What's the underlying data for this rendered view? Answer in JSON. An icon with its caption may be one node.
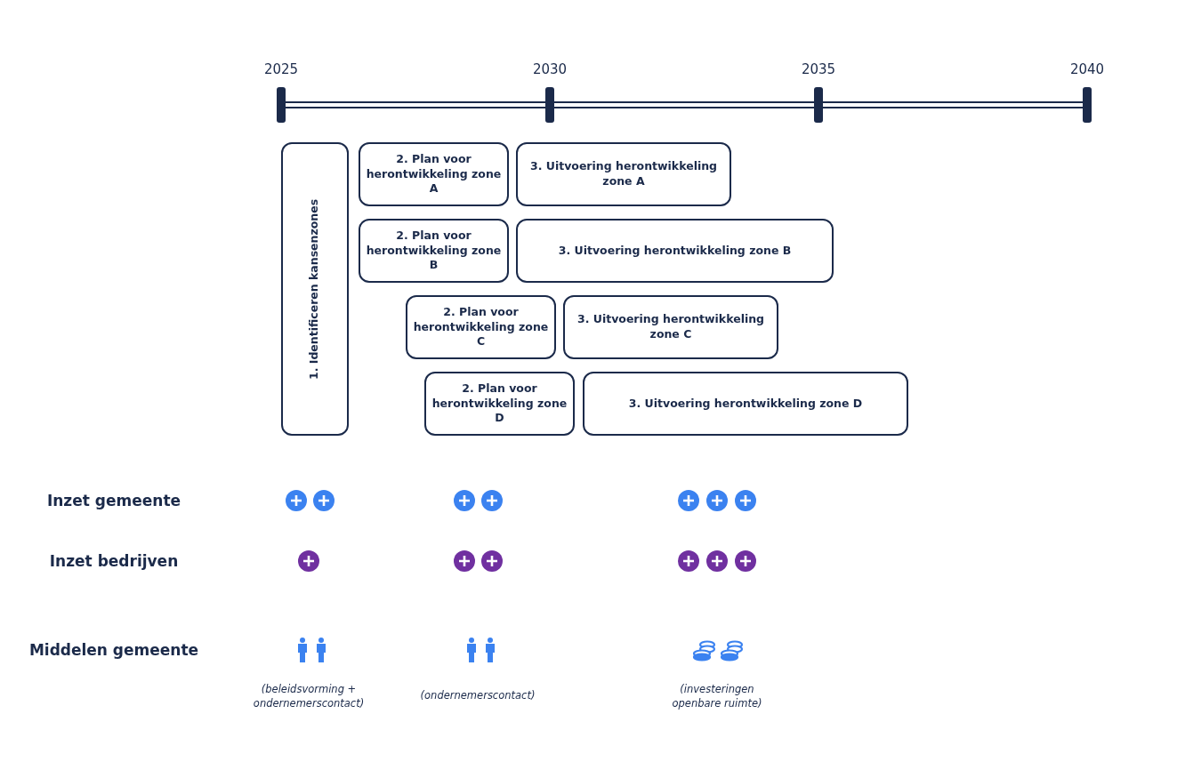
{
  "diagram": {
    "nodes": [
      {
        "text": [
          "1. Identificeren kansenzones"
        ]
      },
      {
        "text": [
          "2. Plan voor herontwikkeling zone A"
        ]
      },
      {
        "text": [
          "3. Uitvoering herontwikkeling zone A"
        ]
      },
      {
        "text": [
          "2. Plan voor herontwikkeling zone B"
        ]
      },
      {
        "text": [
          "3. Uitvoering herontwikkeling zone B"
        ]
      },
      {
        "text": [
          "2. Plan voor herontwikkeling zone C"
        ]
      },
      {
        "text": [
          "3. Uitvoering herontwikkeling zone C"
        ]
      },
      {
        "text": [
          "2. Plan voor herontwikkeling zone D"
        ]
      },
      {
        "text": [
          "3. Uitvoering herontwikkeling zone D"
        ]
      }
    ],
    "labels": [
      "2025",
      "2030",
      "2035",
      "2040",
      "Inzet gemeente",
      "Inzet bedrijven",
      "Middelen gemeente",
      "(beleidsvorming + ondernemerscontact)",
      "(ondernemerscontact)",
      "(investeringen openbare ruimte)"
    ]
  }
}
